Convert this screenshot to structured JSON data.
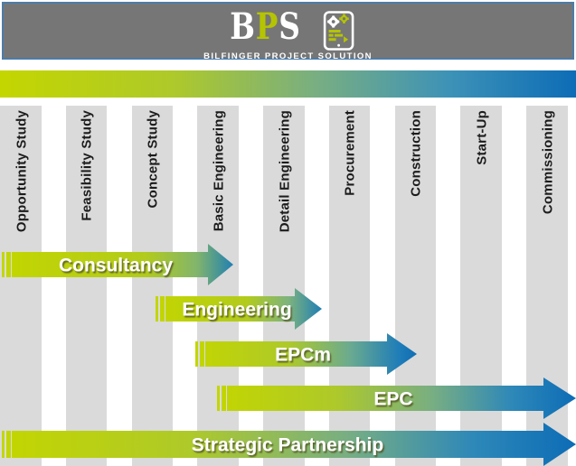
{
  "header": {
    "logo": {
      "letters": [
        {
          "char": "B",
          "color": "#ffffff"
        },
        {
          "char": "P",
          "color": "#b5c400"
        },
        {
          "char": "S",
          "color": "#ffffff"
        }
      ],
      "subtitle": "BILFINGER PROJECT SOLUTION",
      "icon": "tablet-gears-icon"
    }
  },
  "phase_bar": {
    "start_color": "#c4d600",
    "end_color": "#0d6cb6"
  },
  "phases": [
    "Opportunity Study",
    "Feasibility Study",
    "Concept Study",
    "Basic Engineering",
    "Detail Engineering",
    "Procurement",
    "Construction",
    "Start-Up",
    "Commissioning"
  ],
  "arrows": [
    {
      "label": "Consultancy",
      "from_phase": "Opportunity Study",
      "to_phase": "Basic Engineering"
    },
    {
      "label": "Engineering",
      "from_phase": "Concept Study",
      "to_phase": "Detail Engineering"
    },
    {
      "label": "EPCm",
      "from_phase": "Basic Engineering",
      "to_phase": "Construction"
    },
    {
      "label": "EPC",
      "from_phase": "Basic Engineering",
      "to_phase": "Commissioning"
    },
    {
      "label": "Strategic Partnership",
      "from_phase": "Opportunity Study",
      "to_phase": "Commissioning"
    }
  ],
  "colors": {
    "brand_green": "#b5c400",
    "arrow_green": "#c3d600",
    "arrow_blue": "#0d6cb6",
    "header_gray": "#767676",
    "header_border_blue": "#4d7ca8",
    "column_gray": "#dadada"
  }
}
